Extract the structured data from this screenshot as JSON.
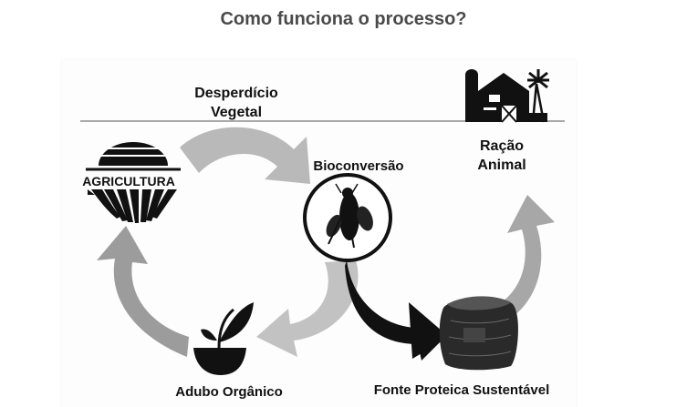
{
  "title": "Como funciona o processo?",
  "logo_text": "AGRICULTURA",
  "labels": {
    "desperdicio_line1": "Desperdício",
    "desperdicio_line2": "Vegetal",
    "bioconversao": "Bioconversão",
    "racao_line1": "Ração",
    "racao_line2": "Animal",
    "adubo": "Adubo Orgânico",
    "fonte": "Fonte Proteica Sustentável"
  },
  "colors": {
    "arrow_light": "#b9b9b9",
    "arrow_mid": "#9c9c9c",
    "arrow_dark": "#111111",
    "text": "#111111",
    "title": "#4a4a4a"
  },
  "icons": [
    "agricultura-logo-icon",
    "barn-icon",
    "fly-icon",
    "sprout-icon",
    "sack-icon"
  ]
}
